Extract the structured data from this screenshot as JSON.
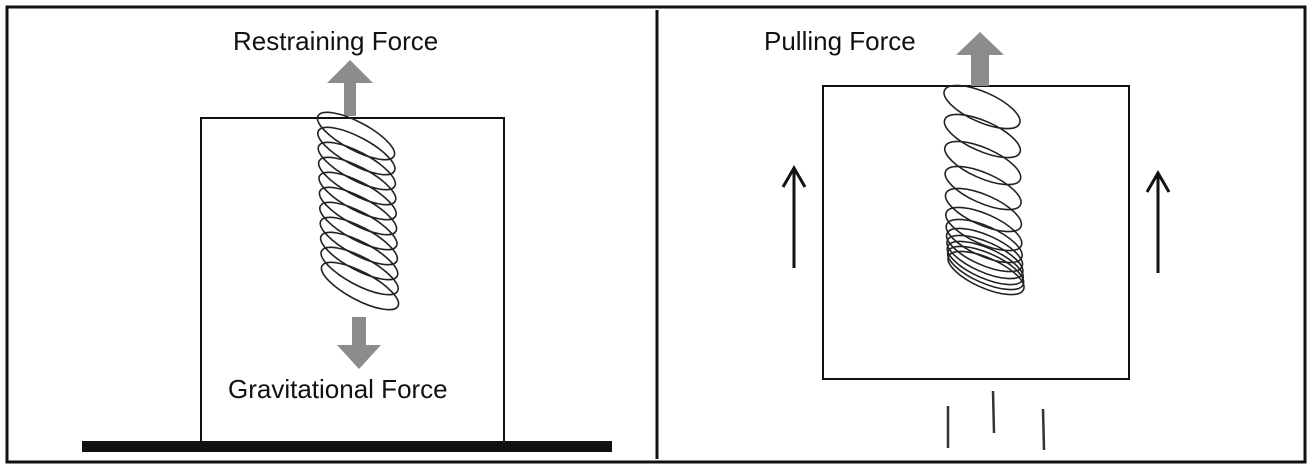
{
  "left_panel": {
    "top_label": "Restraining Force",
    "bottom_label": "Gravitational Force"
  },
  "right_panel": {
    "top_label": "Pulling Force"
  },
  "colors": {
    "ink": "#111111",
    "force_arrow": "#8c8c8c",
    "background": "#ffffff"
  }
}
